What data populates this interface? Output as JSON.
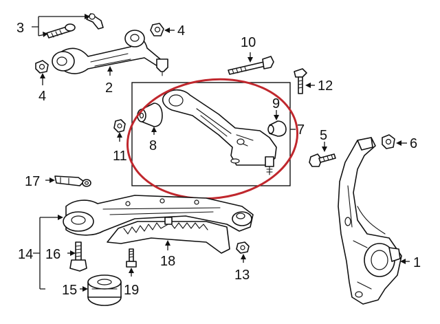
{
  "diagram": {
    "callouts": {
      "c1": "1",
      "c2": "2",
      "c3": "3",
      "c4a": "4",
      "c4b": "4",
      "c5": "5",
      "c6": "6",
      "c7": "7",
      "c8": "8",
      "c9": "9",
      "c10": "10",
      "c11": "11",
      "c12": "12",
      "c13": "13",
      "c14": "14",
      "c15": "15",
      "c16": "16",
      "c17": "17",
      "c18": "18",
      "c19": "19"
    },
    "colors": {
      "line": "#111111",
      "background": "#ffffff",
      "highlight_ellipse": "#c0272d"
    }
  }
}
